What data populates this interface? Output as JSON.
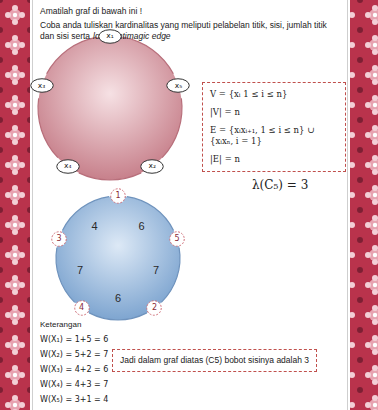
{
  "diagram": {
    "title": "Amatilah graf di bawah ini !",
    "nodes": [
      {
        "text": [
          "x₁"
        ]
      },
      {
        "text": [
          "x₃"
        ]
      },
      {
        "text": [
          "x₅"
        ]
      },
      {
        "text": [
          "V = {xᵢ 1 ≤ i ≤ n}",
          "|V| = n",
          "E = {xᵢxᵢ₊₁, 1 ≤ i ≤ n} ∪ {xᵢxₙ, i = 1}",
          "|E| = n"
        ]
      },
      {
        "text": [
          "x₄"
        ]
      },
      {
        "text": [
          "x₂"
        ]
      },
      {
        "text": [
          "1"
        ]
      },
      {
        "text": [
          "5"
        ]
      },
      {
        "text": [
          "3"
        ]
      },
      {
        "text": [
          "4"
        ]
      },
      {
        "text": [
          "2"
        ]
      },
      {
        "text": [
          "Jadi dalam graf diatas (C5) bobot sisinya adalah 3"
        ]
      }
    ],
    "edges": [
      {
        "from": 0,
        "to": 1,
        "arrow": "none"
      },
      {
        "from": 1,
        "to": 4,
        "arrow": "none"
      },
      {
        "from": 4,
        "to": 5,
        "arrow": "none"
      },
      {
        "from": 5,
        "to": 2,
        "arrow": "none"
      },
      {
        "from": 2,
        "to": 0,
        "arrow": "none"
      },
      {
        "from": 6,
        "to": 8,
        "label": "4",
        "arrow": "none"
      },
      {
        "from": 8,
        "to": 9,
        "label": "7",
        "arrow": "none"
      },
      {
        "from": 9,
        "to": 10,
        "label": "6",
        "arrow": "none"
      },
      {
        "from": 10,
        "to": 7,
        "label": "7",
        "arrow": "none"
      },
      {
        "from": 7,
        "to": 6,
        "label": "6",
        "arrow": "none"
      }
    ],
    "labels": [
      "Coba anda tuliskan kardinalitas yang meliputi pelabelan titik, sisi, jumlah titik dan sisi serta",
      "local antimagic edge",
      "λ(C₅) = 3",
      "Keterangan",
      "W(X₁) = 1+5 = 6",
      "W(X₂) = 5+2 = 7",
      "W(X₃) = 4+2 = 6",
      "W(X₄) = 4+3 = 7",
      "W(X₅) = 3+1 = 4"
    ]
  }
}
